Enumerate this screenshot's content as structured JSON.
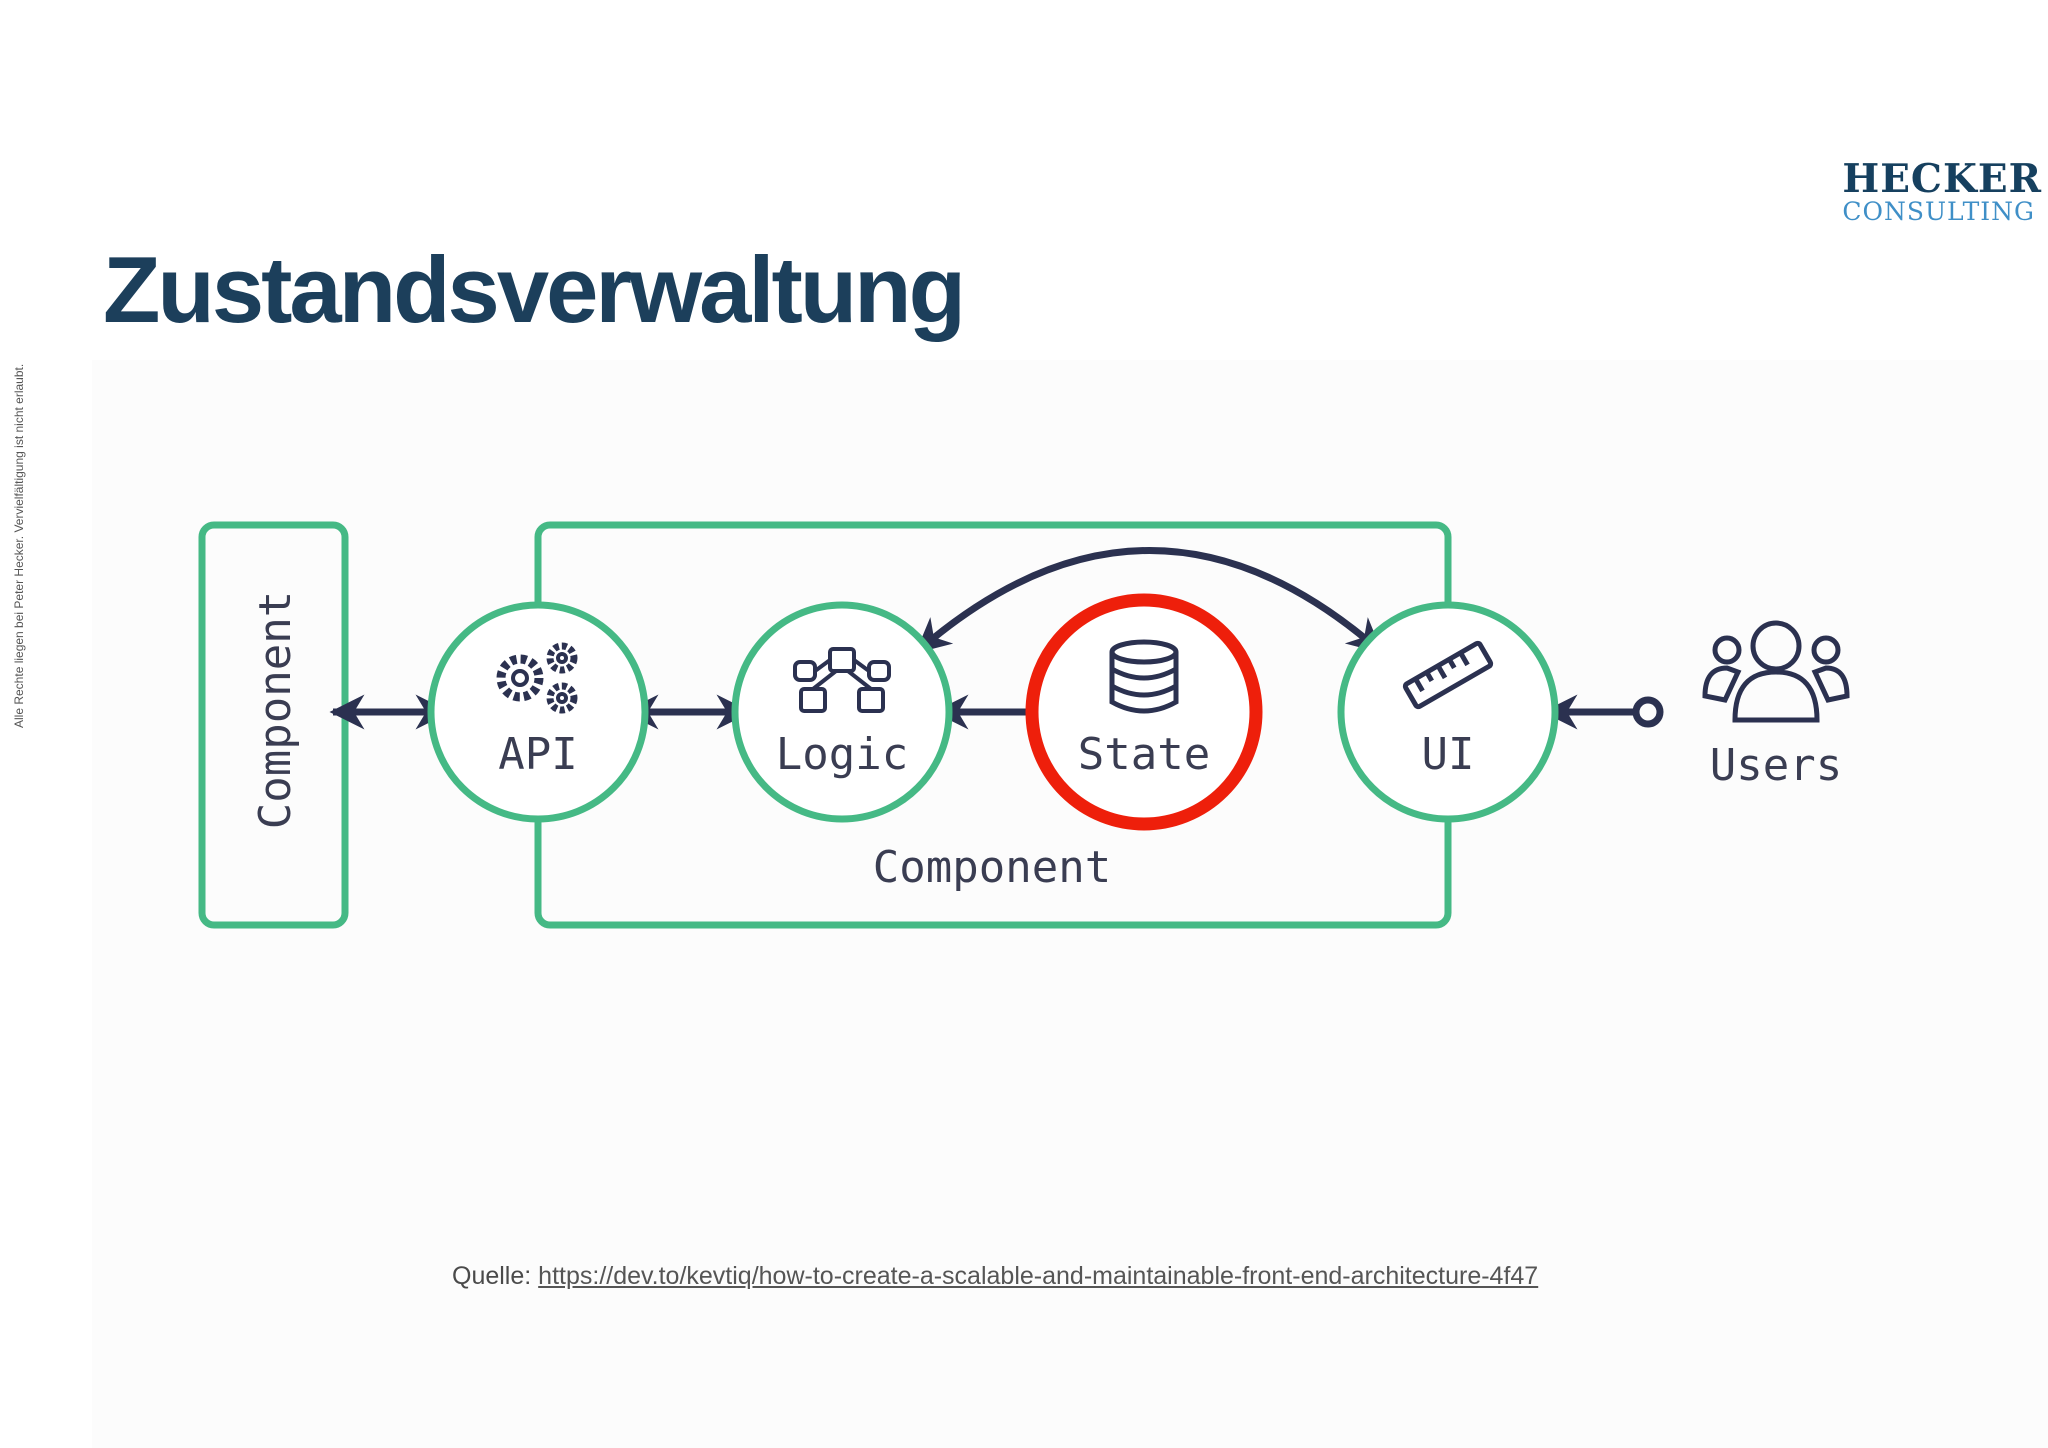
{
  "slide": {
    "title": "Zustandsverwaltung",
    "copyright": "Alle Rechte liegen bei Peter Hecker. Vervielfältigung ist nicht erlaubt."
  },
  "logo": {
    "name": "HECKER",
    "subtitle": "CONSULTING"
  },
  "diagram": {
    "outer_component_label": "Component",
    "inner_component_label": "Component",
    "nodes": {
      "api": "API",
      "logic": "Logic",
      "state": "State",
      "ui": "UI",
      "users": "Users"
    },
    "highlighted_node": "State",
    "colors": {
      "border": "#45b985",
      "arrow": "#2b3150",
      "highlight": "#ee1f0b",
      "text": "#3a3d52"
    }
  },
  "source": {
    "prefix": "Quelle:",
    "link": "https://dev.to/kevtiq/how-to-create-a-scalable-and-maintainable-front-end-architecture-4f47"
  }
}
